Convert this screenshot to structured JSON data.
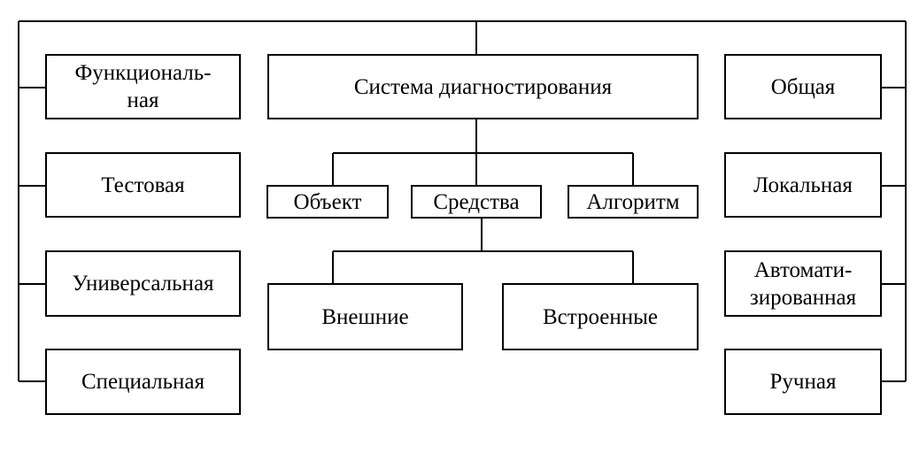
{
  "title": "Система диагностирования",
  "left_column": [
    {
      "line1": "Функциональ-",
      "line2": "ная"
    },
    {
      "line1": "Тестовая"
    },
    {
      "line1": "Универсальная"
    },
    {
      "line1": "Специальная"
    }
  ],
  "right_column": [
    {
      "line1": "Общая"
    },
    {
      "line1": "Локальная"
    },
    {
      "line1": "Автомати-",
      "line2": "зированная"
    },
    {
      "line1": "Ручная"
    }
  ],
  "components": [
    "Объект",
    "Средства",
    "Алгоритм"
  ],
  "means": [
    "Внешние",
    "Встроенные"
  ],
  "colors": {
    "line": "#000000",
    "background": "#ffffff"
  }
}
